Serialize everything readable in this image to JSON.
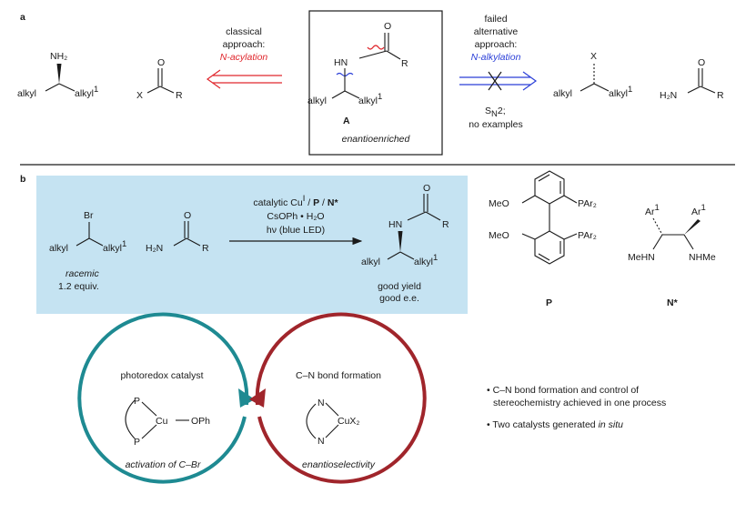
{
  "panel_a": {
    "label": "a",
    "amine_nh2": "NH₂",
    "alkyl": "alkyl",
    "alkyl1": "alkyl",
    "sup1": "1",
    "carbonyl_o": "O",
    "x": "X",
    "r": "R",
    "classical_line1": "classical",
    "classical_line2": "approach:",
    "classical_line3": "N-acylation",
    "center_hn": "HN",
    "center_label": "A",
    "center_caption": "enantioenriched",
    "failed_line1": "failed",
    "failed_line2": "alternative",
    "failed_line3": "approach:",
    "failed_line4": "N-alkylation",
    "sn2_s": "S",
    "sn2_sub": "N",
    "sn2_rest": "2;",
    "no_examples": "no examples",
    "h2n": "H₂N"
  },
  "panel_b": {
    "label": "b",
    "br": "Br",
    "racemic": "racemic",
    "equiv": "1.2 equiv.",
    "cond_line1_pre": "catalytic Cu",
    "cond_line1_sup": "I",
    "cond_line1_post": " / ",
    "cond_p": "P",
    "cond_sep": " / ",
    "cond_n": "N*",
    "cond_line2": "CsOPh • H₂O",
    "cond_line3": "hν (blue LED)",
    "hn": "HN",
    "good_yield": "good yield",
    "good_ee": "good e.e.",
    "meo": "MeO",
    "par2": "PAr₂",
    "ligand_p": "P",
    "ar1": "Ar",
    "mehn": "MeHN",
    "nhme": "NHMe",
    "ligand_n": "N*"
  },
  "cycles": {
    "left_title": "photoredox catalyst",
    "left_p": "P",
    "left_cu": "Cu",
    "left_oph": "OPh",
    "left_caption": "activation of C–Br",
    "right_title": "C–N bond formation",
    "right_n": "N",
    "right_cux2": "CuX₂",
    "right_caption": "enantioselectivity",
    "left_color": "#1e8a92",
    "right_color": "#a0252b"
  },
  "bullets": {
    "b1_line1": "• C–N bond formation and control of",
    "b1_line2": "stereochemistry achieved in one process",
    "b2_pre": "• Two catalysts generated ",
    "b2_ital": "in situ"
  },
  "colors": {
    "acylation_red": "#e0272d",
    "alkylation_blue": "#2b3fd8",
    "panel_b_bg": "#c5e3f2"
  }
}
